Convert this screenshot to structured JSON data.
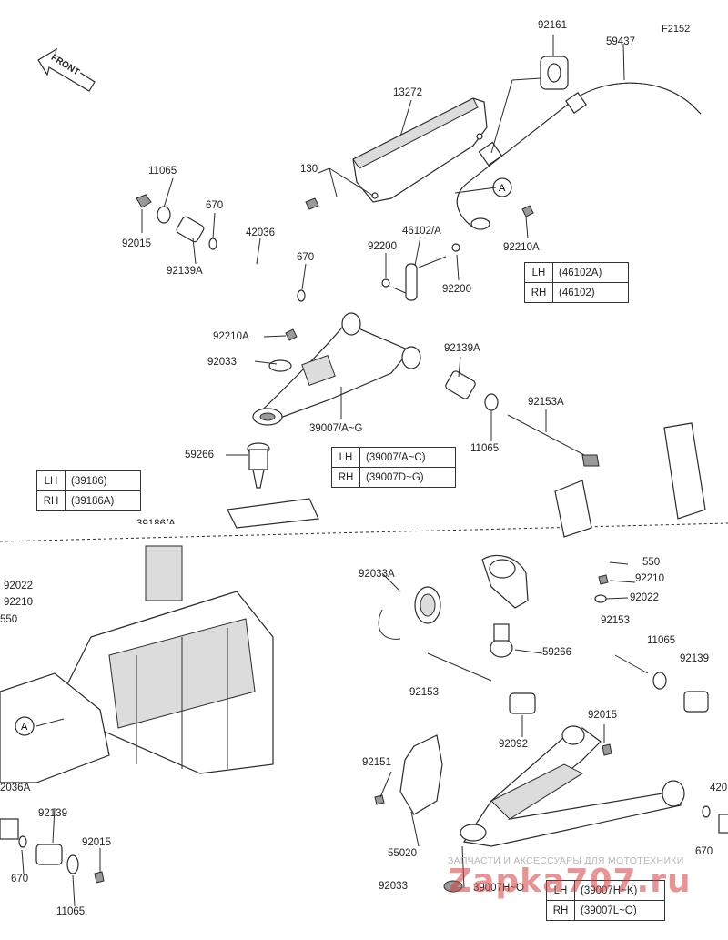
{
  "figure_code": "F2152",
  "front_label": "FRONT",
  "callout": "A",
  "part_labels": {
    "p92161": "92161",
    "p59437": "59437",
    "p13272": "13272",
    "p130": "130",
    "p11065_top": "11065",
    "p92015_top": "92015",
    "p670_a": "670",
    "p92139A_top": "92139A",
    "p42036": "42036",
    "p670_b": "670",
    "p92200_a": "92200",
    "p46102A": "46102/A",
    "p92200_b": "92200",
    "p92210A_right": "92210A",
    "p92210A_left": "92210A",
    "p92033": "92033",
    "p92139A_mid": "92139A",
    "p92153A": "92153A",
    "p11065_mid": "11065",
    "p39007AG": "39007/A~G",
    "p59266_top": "59266",
    "p39186A_partial": "39186/A",
    "p92022_left": "92022",
    "p92210_left": "92210",
    "p550_left": "550",
    "p92033A": "92033A",
    "p92022_right": "92022",
    "p92210_right": "92210",
    "p550_right": "550",
    "p92153_right": "92153",
    "p11065_right": "11065",
    "p92139_right": "92139",
    "p59266_low": "59266",
    "p92153_mid": "92153",
    "p92092": "92092",
    "p92015_right": "92015",
    "p92151": "92151",
    "p55020": "55020",
    "p92033_low": "92033",
    "p39007HO": "39007H~O",
    "p670_right": "670",
    "p42036_right": "420",
    "p42036A_left": "2036A",
    "p92139_left": "92139",
    "p92015_left": "92015",
    "p670_left": "670",
    "p11065_left": "11065"
  },
  "tables": {
    "stabilizer_link": [
      {
        "side": "LH",
        "part": "(46102A)"
      },
      {
        "side": "RH",
        "part": "(46102)"
      }
    ],
    "upper_arm": [
      {
        "side": "LH",
        "part": "(39007/A~C)"
      },
      {
        "side": "RH",
        "part": "(39007D~G)"
      }
    ],
    "arm_assy": [
      {
        "side": "LH",
        "part": "(39186)"
      },
      {
        "side": "RH",
        "part": "(39186A)"
      }
    ],
    "lower_arm": [
      {
        "side": "LH",
        "part": "(39007H~K)"
      },
      {
        "side": "RH",
        "part": "(39007L~O)"
      }
    ]
  },
  "watermark": {
    "subtitle": "ЗАПЧАСТИ И АКСЕССУАРЫ ДЛЯ МОТОТЕХНИКИ",
    "main": "Zapka707.ru"
  }
}
